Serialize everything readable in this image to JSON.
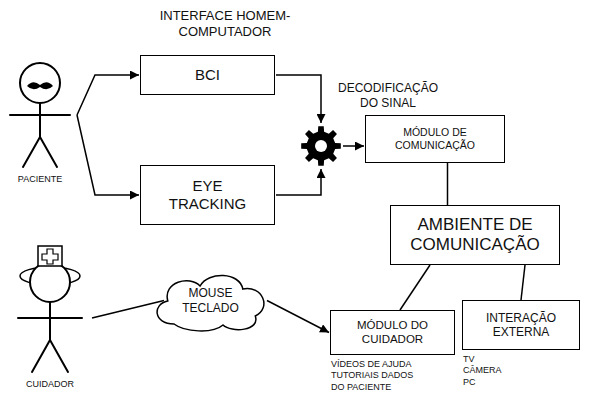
{
  "diagram": {
    "title": "INTERFACE HOMEM-COMPUTADOR",
    "nodes": [
      {
        "text": [
          "PACIENTE"
        ]
      },
      {
        "text": [
          "BCI"
        ]
      },
      {
        "text": [
          "EYE TRACKING"
        ]
      },
      {
        "text": [
          "DECODIFICAÇÃO DO SINAL"
        ]
      },
      {
        "text": [
          "MÓDULO DE COMUNICAÇÃO"
        ]
      },
      {
        "text": [
          "AMBIENTE DE COMUNICAÇÃO"
        ]
      },
      {
        "text": [
          "CUIDADOR"
        ]
      },
      {
        "text": [
          "MOUSE TECLADO"
        ]
      },
      {
        "text": [
          "MÓDULO DO CUIDADOR",
          "VÍDEOS DE AJUDA TUTORIAIS DADOS DO PACIENTE"
        ]
      },
      {
        "text": [
          "INTERAÇÃO EXTERNA",
          "TV CÂMERA PC"
        ]
      }
    ],
    "edges": [
      {
        "from": 0,
        "to": 1,
        "arrow": "to"
      },
      {
        "from": 0,
        "to": 2,
        "arrow": "to"
      },
      {
        "from": 1,
        "to": 3,
        "arrow": "to"
      },
      {
        "from": 2,
        "to": 3,
        "arrow": "to"
      },
      {
        "from": 3,
        "to": 4,
        "arrow": "to"
      },
      {
        "from": 4,
        "to": 5,
        "arrow": "none"
      },
      {
        "from": 5,
        "to": 8,
        "arrow": "none"
      },
      {
        "from": 5,
        "to": 9,
        "arrow": "none"
      },
      {
        "from": 6,
        "to": 7,
        "arrow": "none"
      },
      {
        "from": 7,
        "to": 8,
        "arrow": "to"
      }
    ]
  }
}
